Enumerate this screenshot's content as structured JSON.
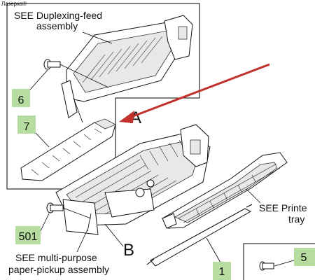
{
  "watermark": "Лазерка®",
  "callouts": {
    "duplexing_line1": "SEE Duplexing-feed",
    "duplexing_line2": "assembly",
    "printer_tray_line1": "SEE Printe",
    "printer_tray_line2": "tray",
    "mp_line1": "SEE multi-purpose",
    "mp_line2": "paper-pickup assembly"
  },
  "letters": {
    "a": "A",
    "b": "B"
  },
  "badges": {
    "b6": "6",
    "b7": "7",
    "b501": "501",
    "b1": "1",
    "b5": "5"
  },
  "colors": {
    "badge": "#b6dca0",
    "arrow": "#c0322b",
    "line": "#000000"
  }
}
